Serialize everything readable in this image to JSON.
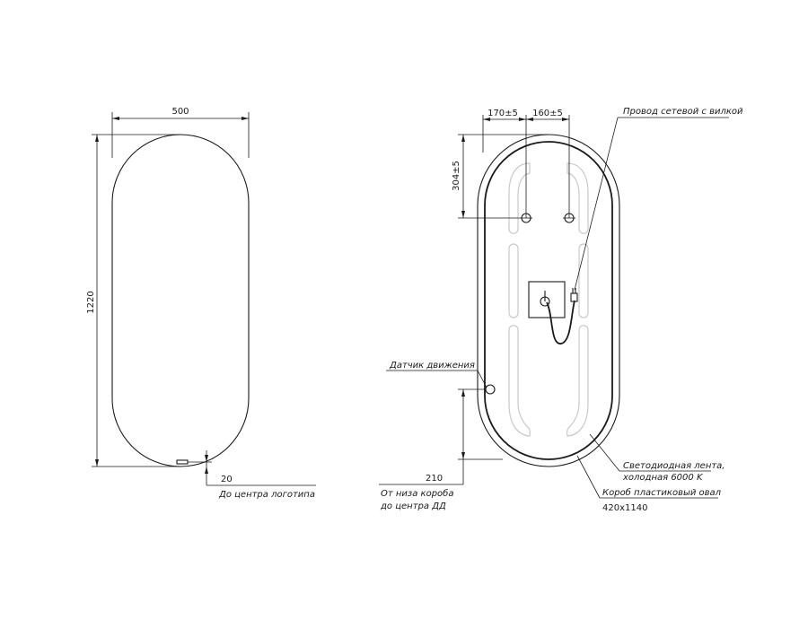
{
  "front_view": {
    "width_label": "500",
    "height_label": "1220",
    "logo_offset_label": "20",
    "logo_note": "До центра логотипа"
  },
  "back_view": {
    "hook_spacing_left_label": "170±5",
    "hook_spacing_right_label": "160±5",
    "hook_height_label": "304±5",
    "cable_note": "Провод сетевой с вилкой",
    "sensor_note": "Датчик движения",
    "sensor_height_label": "210",
    "sensor_note_line1": "От низа короба",
    "sensor_note_line2": "до центра ДД",
    "led_note_line1": "Светодиодная лента,",
    "led_note_line2": "холодная 6000 K",
    "box_note": "Короб пластиковый овал",
    "box_size_label": "420х1140"
  },
  "colors": {
    "line": "#1a1a1a",
    "led_strip": "#c9c9c9",
    "background": "#ffffff"
  }
}
